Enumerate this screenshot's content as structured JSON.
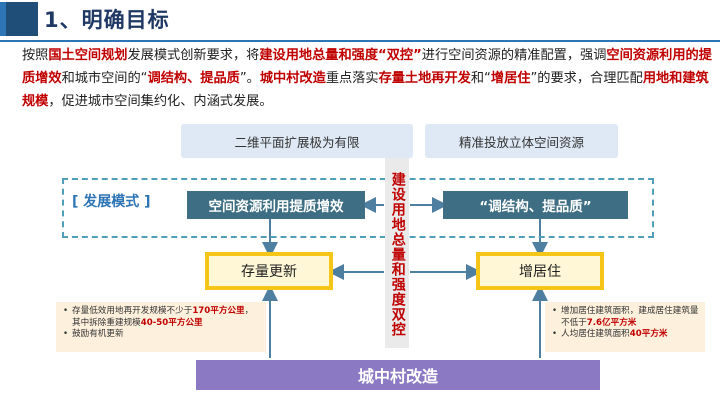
{
  "header": {
    "title": "1、明确目标"
  },
  "paragraph": {
    "segments": [
      {
        "t": "按照",
        "s": "n"
      },
      {
        "t": "国土空间规划",
        "s": "h"
      },
      {
        "t": "发展模式创新要求，将",
        "s": "n"
      },
      {
        "t": "建设用地总量和强度“双控”",
        "s": "h"
      },
      {
        "t": "进行空间资源的精准配置，",
        "s": "n"
      },
      {
        "t": "强调",
        "s": "n"
      },
      {
        "t": "空间资源利用的提质增效",
        "s": "h"
      },
      {
        "t": "和城市空间的“",
        "s": "n"
      },
      {
        "t": "调结构、提品质",
        "s": "h"
      },
      {
        "t": "”。",
        "s": "n"
      },
      {
        "t": "城中村改造",
        "s": "h"
      },
      {
        "t": "重点落实",
        "s": "n"
      },
      {
        "t": "存量土地再开发",
        "s": "h"
      },
      {
        "t": "和“",
        "s": "n"
      },
      {
        "t": "增居住",
        "s": "h"
      },
      {
        "t": "”的要求，合理匹配",
        "s": "n"
      },
      {
        "t": "用地和建筑规模",
        "s": "h"
      },
      {
        "t": "，促进城市空间集约化、内涵式发展。",
        "s": "n"
      }
    ]
  },
  "diagram": {
    "top_left": "二维平面扩展极为有限",
    "top_right": "精准投放立体空间资源",
    "mode_label": "[ 发展模式 ]",
    "pill_left": "空间资源利用提质增效",
    "pill_right": "“调结构、提品质”",
    "center_vertical": "建设用地总量和强度双控",
    "box_left": "存量更新",
    "box_right": "增居住",
    "bottom": "城中村改造",
    "note_left": [
      [
        {
          "t": "存量低效用地再开发规模不少于",
          "r": false
        },
        {
          "t": "170平方公里",
          "r": true
        },
        {
          "t": "，其中拆除重建规模",
          "r": false
        },
        {
          "t": "40-50平方公里",
          "r": true
        }
      ],
      [
        {
          "t": "鼓励有机更新",
          "r": false
        }
      ]
    ],
    "note_right": [
      [
        {
          "t": "增加居住建筑面积，建成居住建筑量不低于",
          "r": false
        },
        {
          "t": "7.6亿平方米",
          "r": true
        }
      ],
      [
        {
          "t": "人均居住建筑面积",
          "r": false
        },
        {
          "t": "40平方米",
          "r": true
        }
      ]
    ]
  },
  "colors": {
    "accent_red": "#c00000",
    "title_blue": "#1f3864",
    "pill": "#3d6e83",
    "arrow": "#4f7fa0",
    "yellow": "#f5c518",
    "bottom_bar": "#8c79c3"
  }
}
